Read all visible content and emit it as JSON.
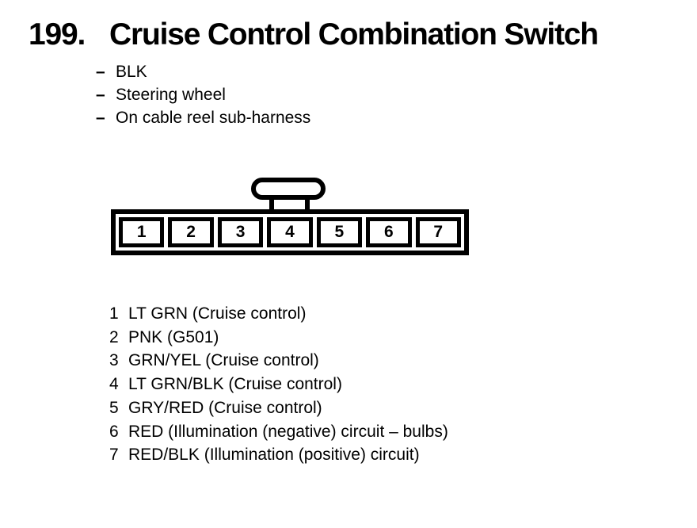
{
  "figure": {
    "number": "199.",
    "title": "Cruise Control Combination Switch",
    "notes": [
      {
        "bullet": "–",
        "text": "BLK"
      },
      {
        "bullet": "–",
        "text": "Steering wheel"
      },
      {
        "bullet": "–",
        "text": "On cable reel sub-harness"
      }
    ]
  },
  "connector": {
    "cavities": [
      "1",
      "2",
      "3",
      "4",
      "5",
      "6",
      "7"
    ]
  },
  "pinout": {
    "rows": [
      {
        "pin": "1",
        "wire": "LT GRN (Cruise control)"
      },
      {
        "pin": "2",
        "wire": "PNK (G501)"
      },
      {
        "pin": "3",
        "wire": "GRN/YEL (Cruise control)"
      },
      {
        "pin": "4",
        "wire": "LT GRN/BLK (Cruise control)"
      },
      {
        "pin": "5",
        "wire": "GRY/RED (Cruise control)"
      },
      {
        "pin": "6",
        "wire": "RED (Illumination (negative) circuit – bulbs)"
      },
      {
        "pin": "7",
        "wire": "RED/BLK (Illumination (positive) circuit)"
      }
    ]
  },
  "colors": {
    "ink": "#000000",
    "paper": "#ffffff"
  }
}
